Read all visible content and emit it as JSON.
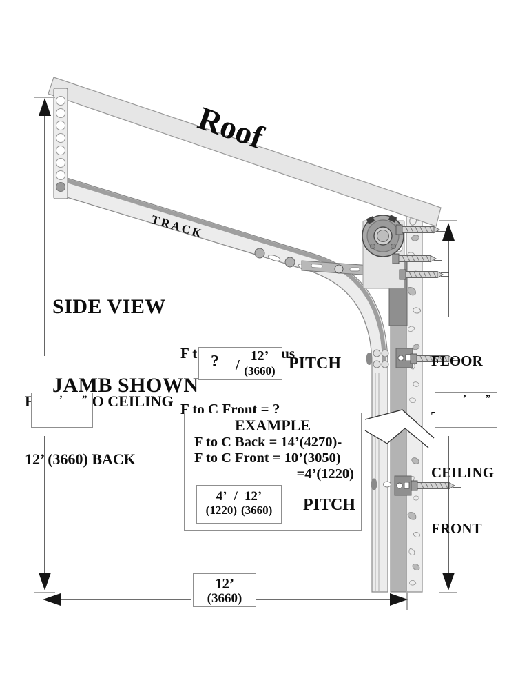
{
  "labels": {
    "roof": "Roof",
    "track": "TRACK"
  },
  "title_block": {
    "line1": "SIDE VIEW",
    "line2": "JAMB SHOWN"
  },
  "formula": {
    "line1": "F to C Back minus",
    "line2": "F to C Front = ?"
  },
  "pitch_box": {
    "unknown": "?",
    "slash": "/",
    "den_feet": "12’",
    "den_mm": "(3660)",
    "label": "PITCH"
  },
  "ftc_back": {
    "line1": "FLOOR TO CEILING",
    "line2": "12’ (3660) BACK",
    "feet_mark": "’",
    "inch_mark": "”"
  },
  "ftc_front": {
    "line1": "FLOOR",
    "line2": "TO",
    "line3": "CEILING",
    "line4": "FRONT",
    "feet_mark": "’",
    "inch_mark": "”"
  },
  "example": {
    "title": "EXAMPLE",
    "line1": "F to C Back = 14’(4270)-",
    "line2": "F to C Front = 10’(3050)",
    "line3": "=4’(1220)",
    "frac_num_feet": "4’",
    "frac_slash": "/",
    "frac_den_feet": "12’",
    "frac_num_mm": "(1220)",
    "frac_den_mm": "(3660)",
    "label": "PITCH"
  },
  "bottom_dim": {
    "feet": "12’",
    "mm": "(3660)"
  },
  "colors": {
    "ink": "#0d0d0d",
    "dimension_line": "#3f3f3f",
    "tick": "#aaaaaa",
    "metal_light": "#ececec",
    "metal_mid": "#b3b3b3",
    "metal_dark": "#8f8f8f",
    "drum": "#a9a9a9",
    "box_border": "#8f8f8f"
  }
}
